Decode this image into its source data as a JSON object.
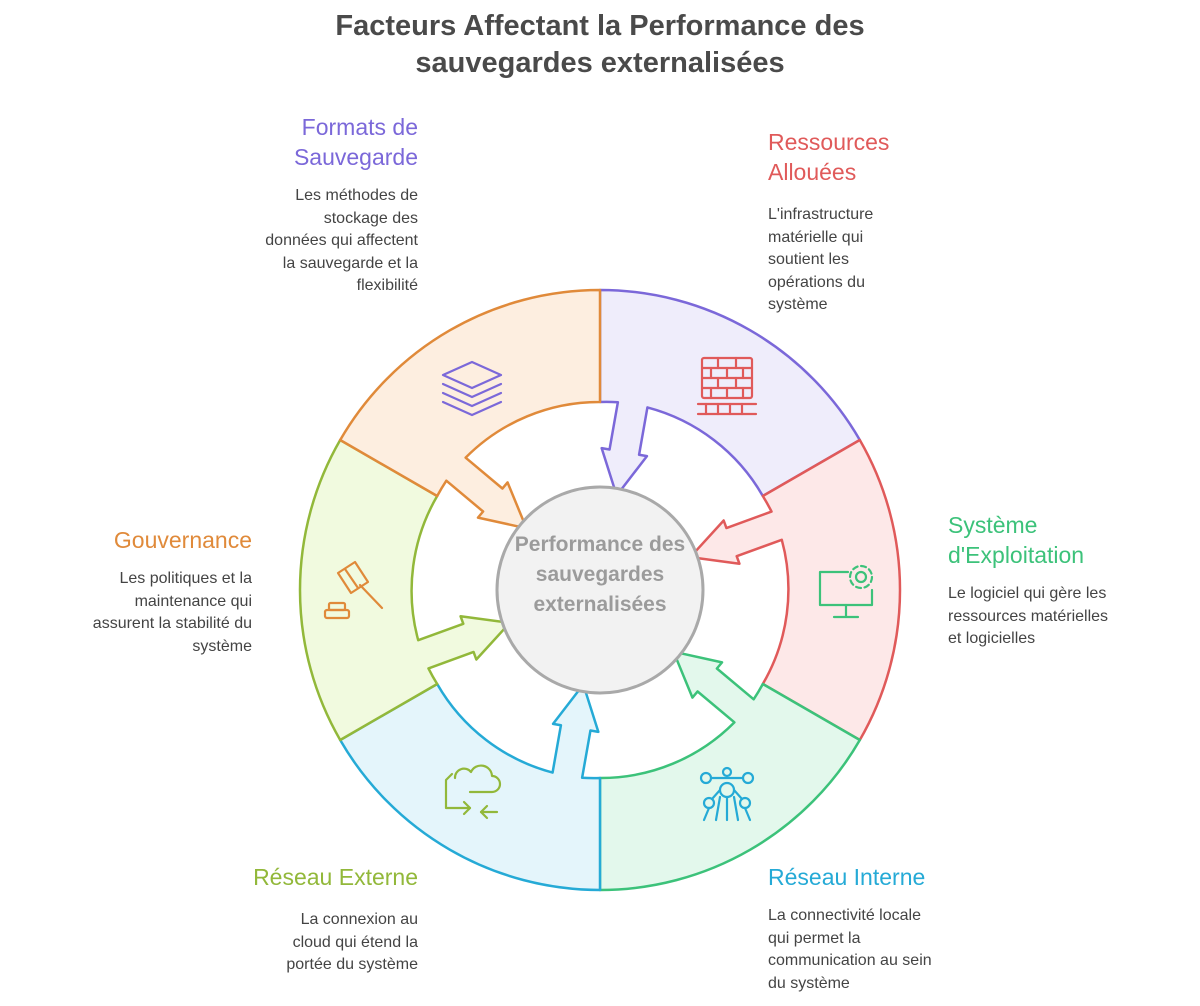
{
  "title": "Facteurs Affectant la Performance des sauvegardes externalisées",
  "center": {
    "label": "Performance des sauvegardes externalisées"
  },
  "segments": [
    {
      "id": "formats",
      "title": "Formats de Sauvegarde",
      "description": "Les méthodes de stockage des données qui affectent la sauvegarde et la flexibilité",
      "icon": "layers-icon",
      "color": "#7b68d9",
      "fill": "#efedfb"
    },
    {
      "id": "ressources",
      "title": "Ressources Allouées",
      "description": "L'infrastructure matérielle qui soutient les opérations du système",
      "icon": "brick-wall-icon",
      "color": "#e05a5a",
      "fill": "#fde8e8"
    },
    {
      "id": "systeme",
      "title": "Système d'Exploitation",
      "description": "Le logiciel qui gère les ressources matérielles et logicielles",
      "icon": "computer-gear-icon",
      "color": "#3cc27a",
      "fill": "#e3f8ec"
    },
    {
      "id": "interne",
      "title": "Réseau Interne",
      "description": "La connectivité locale qui permet la communication au sein du système",
      "icon": "network-atom-icon",
      "color": "#25aad6",
      "fill": "#e4f5fb"
    },
    {
      "id": "externe",
      "title": "Réseau Externe",
      "description": "La connexion au cloud qui étend la portée du système",
      "icon": "cloud-sync-icon",
      "color": "#92b83a",
      "fill": "#f1fadf"
    },
    {
      "id": "gouvernance",
      "title": "Gouvernance",
      "description": "Les politiques et la maintenance qui assurent la stabilité du système",
      "icon": "gavel-icon",
      "color": "#e08a3a",
      "fill": "#fdeee0"
    }
  ]
}
